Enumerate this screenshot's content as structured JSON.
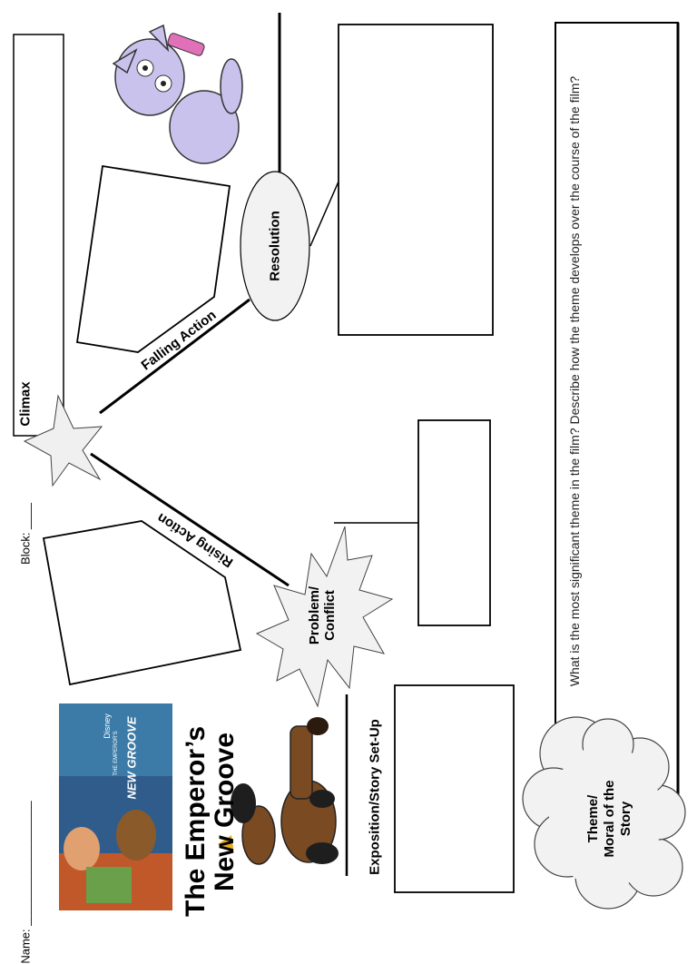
{
  "header": {
    "name_label": "Name: ___________________",
    "block_label": "Block: ____"
  },
  "title": {
    "line1": "The Emperor’s",
    "line2": "New Groove"
  },
  "poster": {
    "brand": "Disney",
    "small": "THE EMPEROR'S",
    "logo": "NEW GROOVE"
  },
  "plot": {
    "climax": "Climax",
    "falling_action": "Falling Action",
    "rising_action": "Rising Action",
    "resolution": "Resolution",
    "problem_line1": "Problem/",
    "problem_line2": "Conflict",
    "exposition": "Exposition/Story Set-Up"
  },
  "theme": {
    "cloud_line1": "Theme/",
    "cloud_line2": "Moral of the",
    "cloud_line3": "Story",
    "question": "What is the most significant theme in the film? Describe how the theme develops over the course of the film?"
  },
  "colors": {
    "yzma_fur": "#c9c2ec",
    "kuzco_llama": "#7a4a22",
    "poster_bg": "#2f5c8a"
  }
}
